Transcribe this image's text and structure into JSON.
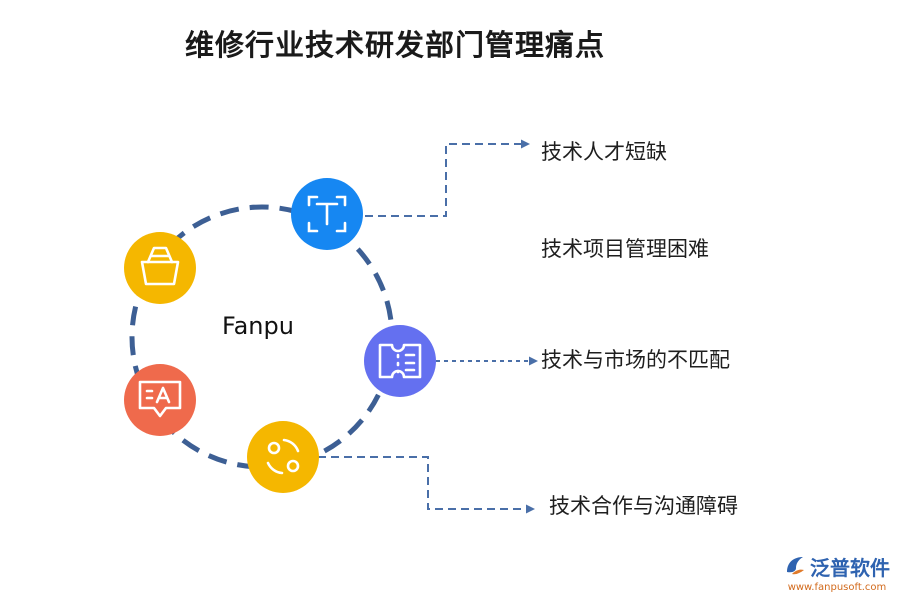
{
  "title": "维修行业技术研发部门管理痛点",
  "center_label": "Fanpu",
  "items": [
    {
      "label": "技术人才短缺",
      "icon": "text-frame-icon",
      "color": "#1687f2"
    },
    {
      "label": "技术项目管理困难",
      "icon": "",
      "color": ""
    },
    {
      "label": "技术与市场的不匹配",
      "icon": "ticket-list-icon",
      "color": "#6470f0"
    },
    {
      "label": "技术合作与沟通障碍",
      "icon": "cycle-arrows-icon",
      "color": "#f5b700"
    }
  ],
  "extra_icons": [
    {
      "icon": "shopping-basket-icon",
      "color": "#f5b700"
    },
    {
      "icon": "translate-chat-icon",
      "color": "#ef6a4c"
    }
  ],
  "watermark": {
    "brand": "泛普软件",
    "url": "www.fanpusoft.com"
  }
}
